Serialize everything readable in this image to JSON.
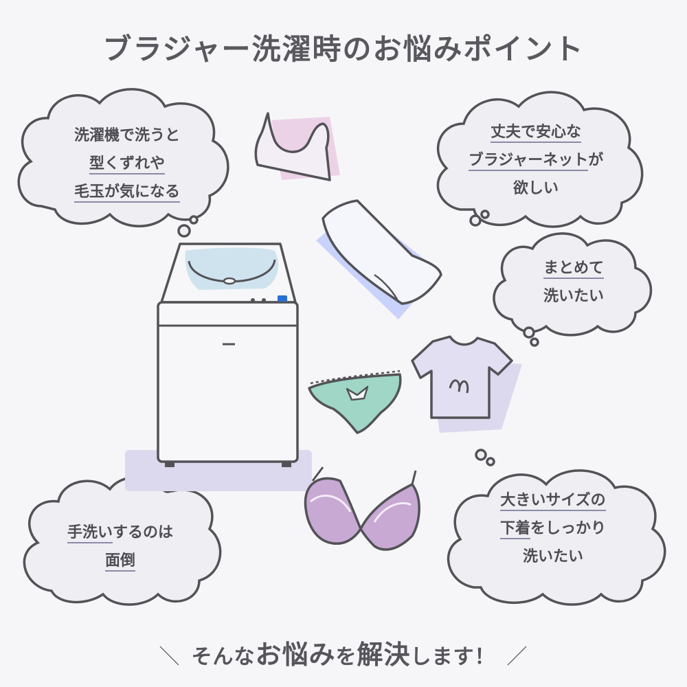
{
  "title": "ブラジャー洗濯時のお悩みポイント",
  "bubbles": {
    "top_left": {
      "line1": "洗濯機で洗うと",
      "line2": "型くずれや",
      "line3": "毛玉が気になる"
    },
    "top_right": {
      "line1": "丈夫で安心な",
      "line2_underlined": "ブラジャーネット",
      "line2_rest": "が",
      "line3": "欲しい"
    },
    "middle_right": {
      "line1": "まとめて",
      "line2": "洗いたい"
    },
    "bottom_left": {
      "line1_underlined": "手洗い",
      "line1_rest": "するのは",
      "line2": "面倒"
    },
    "bottom_right": {
      "line1": "大きいサイズの",
      "line2_underlined": "下着",
      "line2_rest": "をしっかり",
      "line3": "洗いたい"
    }
  },
  "footer": {
    "left_slash": "＼",
    "part1": "そんな",
    "part2": "お悩み",
    "part3": "を",
    "part4": "解決",
    "part5": "します！",
    "right_slash": "／"
  },
  "colors": {
    "background": "#f6f6f8",
    "bubble_fill": "#eeeef3",
    "outline": "#525257",
    "lavender": "#dcd9ee",
    "blue": "#c9d2fa",
    "pink": "#ecd2e6",
    "mint": "#9fd6c6",
    "purple": "#c7a9d4",
    "water": "#cfe3ee",
    "button_blue": "#2a6fd6"
  },
  "icons": [
    "washing-machine-icon",
    "sports-bra-icon",
    "laundry-net-icon",
    "tshirt-icon",
    "panties-icon",
    "bra-icon",
    "thought-cloud-icon"
  ]
}
